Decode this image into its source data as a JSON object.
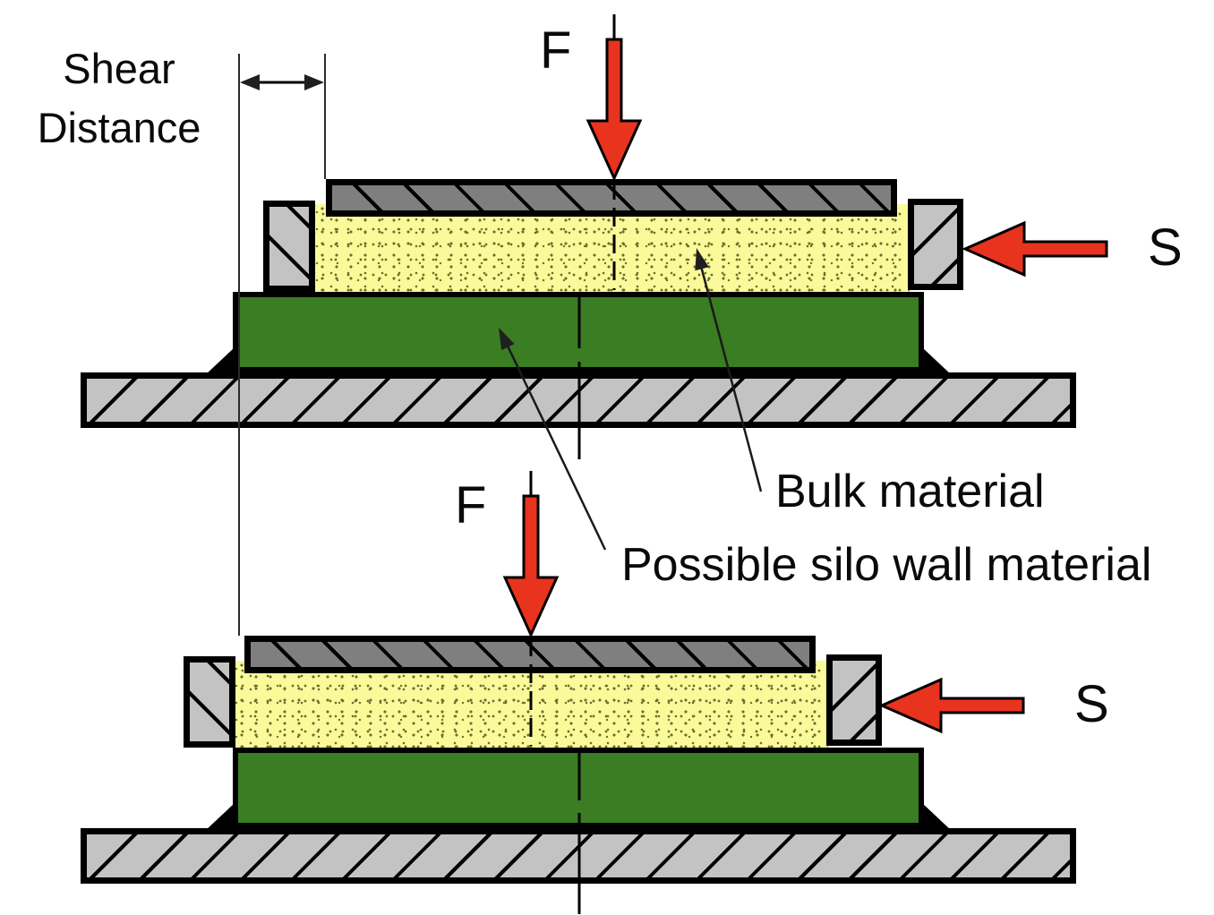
{
  "labels": {
    "shear_distance_line1": "Shear",
    "shear_distance_line2": "Distance",
    "force_top": "F",
    "force_bottom": "F",
    "shear_force_top": "S",
    "shear_force_bottom": "S",
    "bulk_material": "Bulk material",
    "silo_wall": "Possible silo wall material"
  },
  "colors": {
    "arrow_red": "#e8331f",
    "wall_green": "#3a7d22",
    "bulk_yellow": "#fafa9b",
    "bulk_speckle": "#6e6e2d",
    "metal_light": "#c3c3c3",
    "metal_dark": "#7f7f7f",
    "line_black": "#000000"
  }
}
